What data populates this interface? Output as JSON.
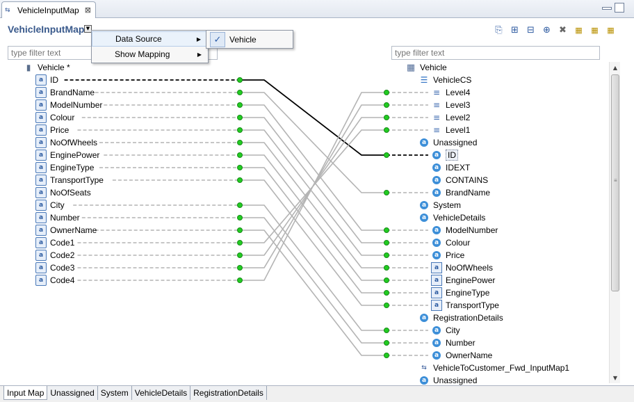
{
  "editor_tab": {
    "title": "VehicleInputMap",
    "close_glyph": "⊠",
    "icon": "input-map-icon"
  },
  "header": {
    "title": "VehicleInputMap"
  },
  "toolbar": {
    "buttons": [
      {
        "name": "map-icon",
        "glyph": "⎘"
      },
      {
        "name": "expand-all-icon",
        "glyph": "⊞"
      },
      {
        "name": "collapse-all-icon",
        "glyph": "⊟"
      },
      {
        "name": "add-mapping-icon",
        "glyph": "⊕"
      },
      {
        "name": "delete-icon",
        "glyph": "✖"
      },
      {
        "name": "layout-icon-1",
        "glyph": "▦"
      },
      {
        "name": "layout-icon-2",
        "glyph": "▦"
      },
      {
        "name": "layout-icon-3",
        "glyph": "▦"
      }
    ]
  },
  "menus": {
    "main": [
      {
        "label": "Data Source",
        "arrow": "▶"
      },
      {
        "label": "Show Mapping",
        "arrow": "▶"
      }
    ],
    "sub": [
      {
        "label": "Vehicle",
        "check": "✓"
      }
    ]
  },
  "filters": {
    "left_placeholder": "type filter text",
    "right_placeholder": "type filter text"
  },
  "source_tree": {
    "root": "Vehicle *",
    "items": [
      "ID",
      "BrandName",
      "ModelNumber",
      "Colour",
      "Price",
      "NoOfWheels",
      "EnginePower",
      "EngineType",
      "TransportType",
      "NoOfSeats",
      "City",
      "Number",
      "OwnerName",
      "Code1",
      "Code2",
      "Code3",
      "Code4"
    ]
  },
  "target_tree": {
    "items": [
      {
        "label": "Vehicle",
        "icon": "table"
      },
      {
        "label": "VehicleCS",
        "icon": "group"
      },
      {
        "label": "Level4",
        "icon": "level"
      },
      {
        "label": "Level3",
        "icon": "level"
      },
      {
        "label": "Level2",
        "icon": "level"
      },
      {
        "label": "Level1",
        "icon": "level"
      },
      {
        "label": "Unassigned",
        "icon": "attribute-group"
      },
      {
        "label": "ID",
        "icon": "attribute"
      },
      {
        "label": "IDEXT",
        "icon": "attribute"
      },
      {
        "label": "CONTAINS",
        "icon": "attribute"
      },
      {
        "label": "BrandName",
        "icon": "attribute"
      },
      {
        "label": "System",
        "icon": "attribute-group"
      },
      {
        "label": "VehicleDetails",
        "icon": "attribute-group"
      },
      {
        "label": "ModelNumber",
        "icon": "attribute"
      },
      {
        "label": "Colour",
        "icon": "attribute"
      },
      {
        "label": "Price",
        "icon": "attribute"
      },
      {
        "label": "NoOfWheels",
        "icon": "key-attribute"
      },
      {
        "label": "EnginePower",
        "icon": "key-attribute"
      },
      {
        "label": "EngineType",
        "icon": "key-attribute"
      },
      {
        "label": "TransportType",
        "icon": "key-attribute"
      },
      {
        "label": "RegistrationDetails",
        "icon": "attribute-group"
      },
      {
        "label": "City",
        "icon": "attribute"
      },
      {
        "label": "Number",
        "icon": "attribute"
      },
      {
        "label": "OwnerName",
        "icon": "attribute"
      },
      {
        "label": "VehicleToCustomer_Fwd_InputMap1",
        "icon": "input-map"
      },
      {
        "label": "Unassigned",
        "icon": "attribute-group"
      }
    ]
  },
  "mappings": [
    {
      "from": "ID",
      "to": "ID",
      "selected": true
    },
    {
      "from": "BrandName",
      "to": "BrandName"
    },
    {
      "from": "ModelNumber",
      "to": "ModelNumber"
    },
    {
      "from": "Colour",
      "to": "Colour"
    },
    {
      "from": "Price",
      "to": "Price"
    },
    {
      "from": "NoOfWheels",
      "to": "NoOfWheels"
    },
    {
      "from": "EnginePower",
      "to": "EnginePower"
    },
    {
      "from": "EngineType",
      "to": "EngineType"
    },
    {
      "from": "TransportType",
      "to": "TransportType"
    },
    {
      "from": "City",
      "to": "City"
    },
    {
      "from": "Number",
      "to": "Number"
    },
    {
      "from": "OwnerName",
      "to": "OwnerName"
    },
    {
      "from": "Code1",
      "to": "Level1"
    },
    {
      "from": "Code2",
      "to": "Level2"
    },
    {
      "from": "Code3",
      "to": "Level3"
    },
    {
      "from": "Code4",
      "to": "Level4"
    }
  ],
  "bottom_tabs": [
    "Input Map",
    "Unassigned",
    "System",
    "VehicleDetails",
    "RegistrationDetails"
  ],
  "scrollbar": {
    "up": "▲",
    "down": "▼",
    "grip": "≡"
  },
  "colors": {
    "link": "#b4b4b4",
    "link_selected": "#000000",
    "anchor": "#22cc22",
    "title": "#3a5a8c"
  }
}
